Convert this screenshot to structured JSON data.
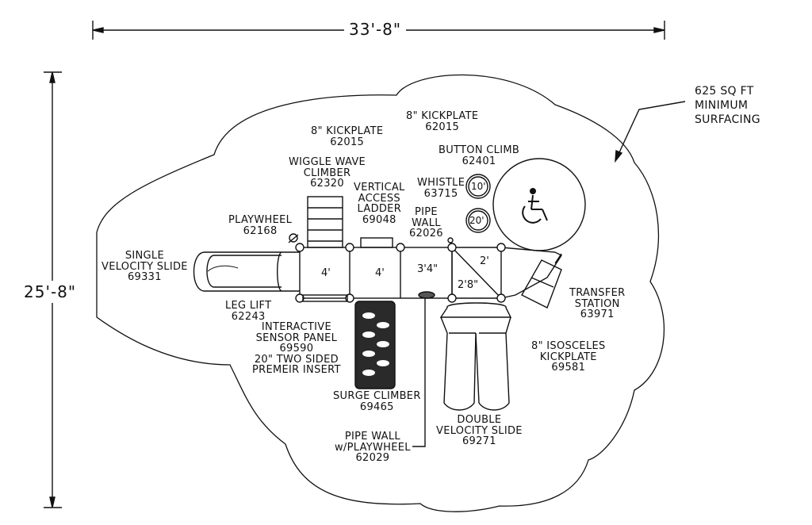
{
  "dimensions": {
    "width": "33'-8\"",
    "height": "25'-8\""
  },
  "surfacing": [
    "625 SQ FT",
    "MINIMUM",
    "SURFACING"
  ],
  "components": {
    "kickplate_left": [
      "8\" KICKPLATE",
      "62015"
    ],
    "kickplate_right": [
      "8\" KICKPLATE",
      "62015"
    ],
    "button_climb": [
      "BUTTON CLIMB",
      "62401"
    ],
    "wiggle_wave": [
      "WIGGLE WAVE",
      "CLIMBER",
      "62320"
    ],
    "vertical_ladder": [
      "VERTICAL",
      "ACCESS",
      "LADDER",
      "69048"
    ],
    "whistle": [
      "WHISTLE",
      "63715"
    ],
    "pipe_wall": [
      "PIPE",
      "WALL",
      "62026"
    ],
    "playwheel": [
      "PLAYWHEEL",
      "62168"
    ],
    "single_slide": [
      "SINGLE",
      "VELOCITY SLIDE",
      "69331"
    ],
    "leg_lift": [
      "LEG LIFT",
      "62243"
    ],
    "sensor_panel": [
      "INTERACTIVE",
      "SENSOR PANEL",
      "69590",
      "20\" TWO SIDED",
      "PREMEIR INSERT"
    ],
    "surge_climber": [
      "SURGE CLIMBER",
      "69465"
    ],
    "pipe_wall_playwheel": [
      "PIPE WALL",
      "w/PLAYWHEEL",
      "62029"
    ],
    "double_slide": [
      "DOUBLE",
      "VELOCITY SLIDE",
      "69271"
    ],
    "transfer_station": [
      "TRANSFER",
      "STATION",
      "63971"
    ],
    "isosceles_kickplate": [
      "8\" ISOSCELES",
      "KICKPLATE",
      "69581"
    ]
  },
  "deck_heights": [
    "4'",
    "4'",
    "3'4\"",
    "2'",
    "2'8\""
  ],
  "circle_labels": [
    "10'",
    "20'"
  ],
  "accessibility_icon": "wheelchair-icon"
}
